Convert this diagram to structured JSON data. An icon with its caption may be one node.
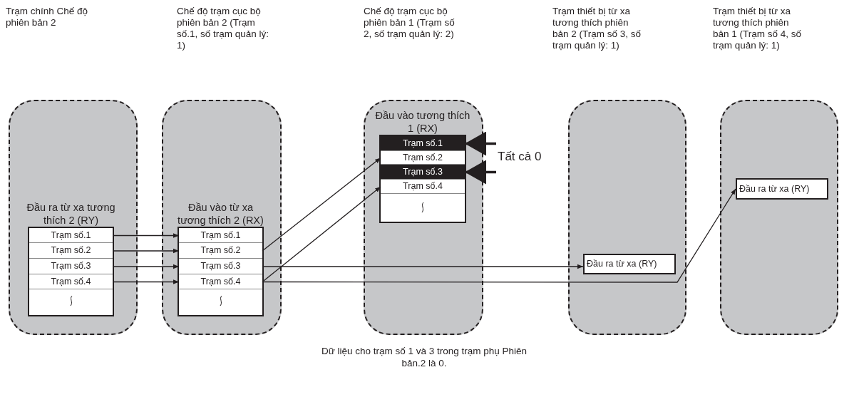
{
  "diagram": {
    "caption": "Dữ liệu cho trạm số 1 và 3 trong trạm phụ Phiên bản.2 là 0.",
    "nodes": [
      {
        "text": [],
        "shape": "box"
      },
      {
        "text": [
          "Đầu ra từ xa tương thích 2 (RY)"
        ],
        "in": 0
      },
      {
        "text": [
          "Trạm số.1"
        ],
        "in": 1
      },
      {
        "text": [
          "Trạm số.2"
        ],
        "in": 1
      },
      {
        "text": [
          "Trạm số.3"
        ],
        "in": 1
      },
      {
        "text": [
          "Trạm số.4"
        ],
        "in": 1
      },
      {
        "text": [],
        "shape": "box"
      },
      {
        "text": [
          "Đầu vào từ xa tương thích 2 (RX)"
        ],
        "in": 6
      },
      {
        "text": [
          "Trạm số.1"
        ],
        "in": 7
      },
      {
        "text": [
          "Trạm số.2"
        ],
        "in": 7
      },
      {
        "text": [
          "Trạm số.3"
        ],
        "in": 7
      },
      {
        "text": [
          "Trạm số.4"
        ],
        "in": 7
      },
      {
        "text": [],
        "shape": "box"
      },
      {
        "text": [
          "Đầu vào tương thích 1 (RX)"
        ],
        "in": 12
      },
      {
        "text": [
          "Trạm số.1"
        ],
        "in": 13
      },
      {
        "text": [
          "Trạm số.2"
        ],
        "in": 13
      },
      {
        "text": [
          "Trạm số.3"
        ],
        "in": 13
      },
      {
        "text": [
          "Trạm số.4"
        ],
        "in": 13
      },
      {
        "text": [],
        "shape": "box"
      },
      {
        "text": [
          "Đầu ra từ xa (RY)"
        ],
        "in": 18
      },
      {
        "text": [],
        "shape": "box"
      },
      {
        "text": [
          "Đầu ra từ xa (RY)"
        ],
        "in": 20
      },
      {
        "text": [
          "Tất cả 0"
        ]
      }
    ],
    "edges": [
      {
        "from": 2,
        "to": 8,
        "arrow": "to"
      },
      {
        "from": 3,
        "to": 9,
        "arrow": "to"
      },
      {
        "from": 4,
        "to": 10,
        "arrow": "to"
      },
      {
        "from": 5,
        "to": 11,
        "arrow": "to"
      },
      {
        "from": 9,
        "to": 15,
        "arrow": "to"
      },
      {
        "from": 11,
        "to": 17,
        "arrow": "to"
      },
      {
        "from": 10,
        "to": 19,
        "arrow": "to"
      },
      {
        "from": 11,
        "to": 21,
        "arrow": "to"
      },
      {
        "from": 22,
        "to": 14,
        "arrow": "to",
        "style": "thick"
      },
      {
        "from": 22,
        "to": 16,
        "arrow": "to",
        "style": "thick"
      }
    ],
    "labels": [
      "Trạm chính Chế độ phiên bản 2",
      "Chế độ trạm cục bộ phiên bản 2 (Trạm số.1, số trạm quản lý: 1)",
      "Chế độ trạm cục bộ phiên bản 1 (Trạm số 2, số trạm quản lý: 2)",
      "Trạm thiết bị từ xa tương thích phiên bản 2 (Trạm số 3, số trạm quản lý: 1)",
      "Trạm thiết bị từ xa tương thích phiên bản 1 (Trạm số 4, số trạm quản lý: 1)"
    ]
  }
}
